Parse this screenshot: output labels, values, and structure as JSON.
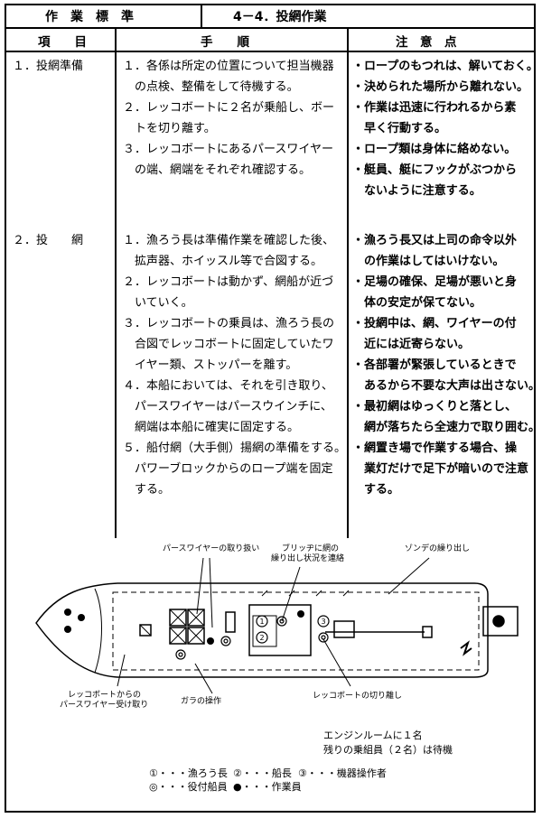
{
  "header": {
    "title": "作　業　標　準",
    "section": "4－4．投網作業"
  },
  "columns": {
    "item": "項　　目",
    "procedure": "手　　順",
    "notes": "注　意　点"
  },
  "rows": [
    {
      "item": "１．投網準備",
      "procedure": [
        "１．各係は所定の位置について担当機器",
        "　の点検、整備をして待機する。",
        "２．レッコボートに２名が乗船し、ボー",
        "　トを切り離す。",
        "３．レッコボートにあるパースワイヤー",
        "　の端、網端をそれぞれ確認する。"
      ],
      "notes": [
        "・ロープのもつれは、解いておく。",
        "・決められた場所から離れない。",
        "・作業は迅速に行われるから素",
        "　早く行動する。",
        "・ロープ類は身体に絡めない。",
        "・艇員、艇にフックがぶつから",
        "　ないように注意する。"
      ]
    },
    {
      "item": "２．投　　網",
      "procedure": [
        "１．漁ろう長は準備作業を確認した後、",
        "　拡声器、ホイッスル等で合図する。",
        "２．レッコボートは動かず、網船が近づ",
        "　いていく。",
        "３．レッコボートの乗員は、漁ろう長の",
        "　合図でレッコボートに固定していたワ",
        "　イヤー類、ストッパーを離す。",
        "４．本船においては、それを引き取り、",
        "　パースワイヤーはパースウインチに、",
        "　網端は本船に確実に固定する。",
        "５．船付網（大手側）揚網の準備をする。",
        "　パワーブロックからのロープ端を固定",
        "　する。"
      ],
      "notes": [
        "・漁ろう長又は上司の命令以外",
        "　の作業はしてはいけない。",
        "・足場の確保、足場が悪いと身",
        "　体の安定が保てない。",
        "・投網中は、網、ワイヤーの付",
        "　近には近寄らない。",
        "・各部署が緊張しているときで",
        "　あるから不要な大声は出さない。",
        "・最初網はゆっくりと落とし、",
        "　網が落ちたら全速力で取り囲む。",
        "・網置き場で作業する場合、操",
        "　業灯だけで足下が暗いので注意",
        "　する。"
      ]
    }
  ],
  "diagram": {
    "labels": {
      "purse_wire": "パースワイヤーの取り扱い",
      "bridge": "ブリッヂに網の",
      "bridge2": "繰り出し状況を連絡",
      "sonde": "ゾンデの繰り出し",
      "recco_from": "レッコボートからの",
      "recco_from2": "パースワイヤー受け取り",
      "gara": "ガラの操作",
      "recco_cut": "レッコボートの切り離し"
    },
    "engine_note": "エンジンルームに１名",
    "rest_note": "残りの乗組員（２名）は待機",
    "legend": {
      "l1": "①・・・漁ろう長",
      "l2": "②・・・船長",
      "l3": "③・・・機器操作者",
      "l4": "◎・・・役付船員",
      "l5": "●・・・作業員"
    }
  }
}
